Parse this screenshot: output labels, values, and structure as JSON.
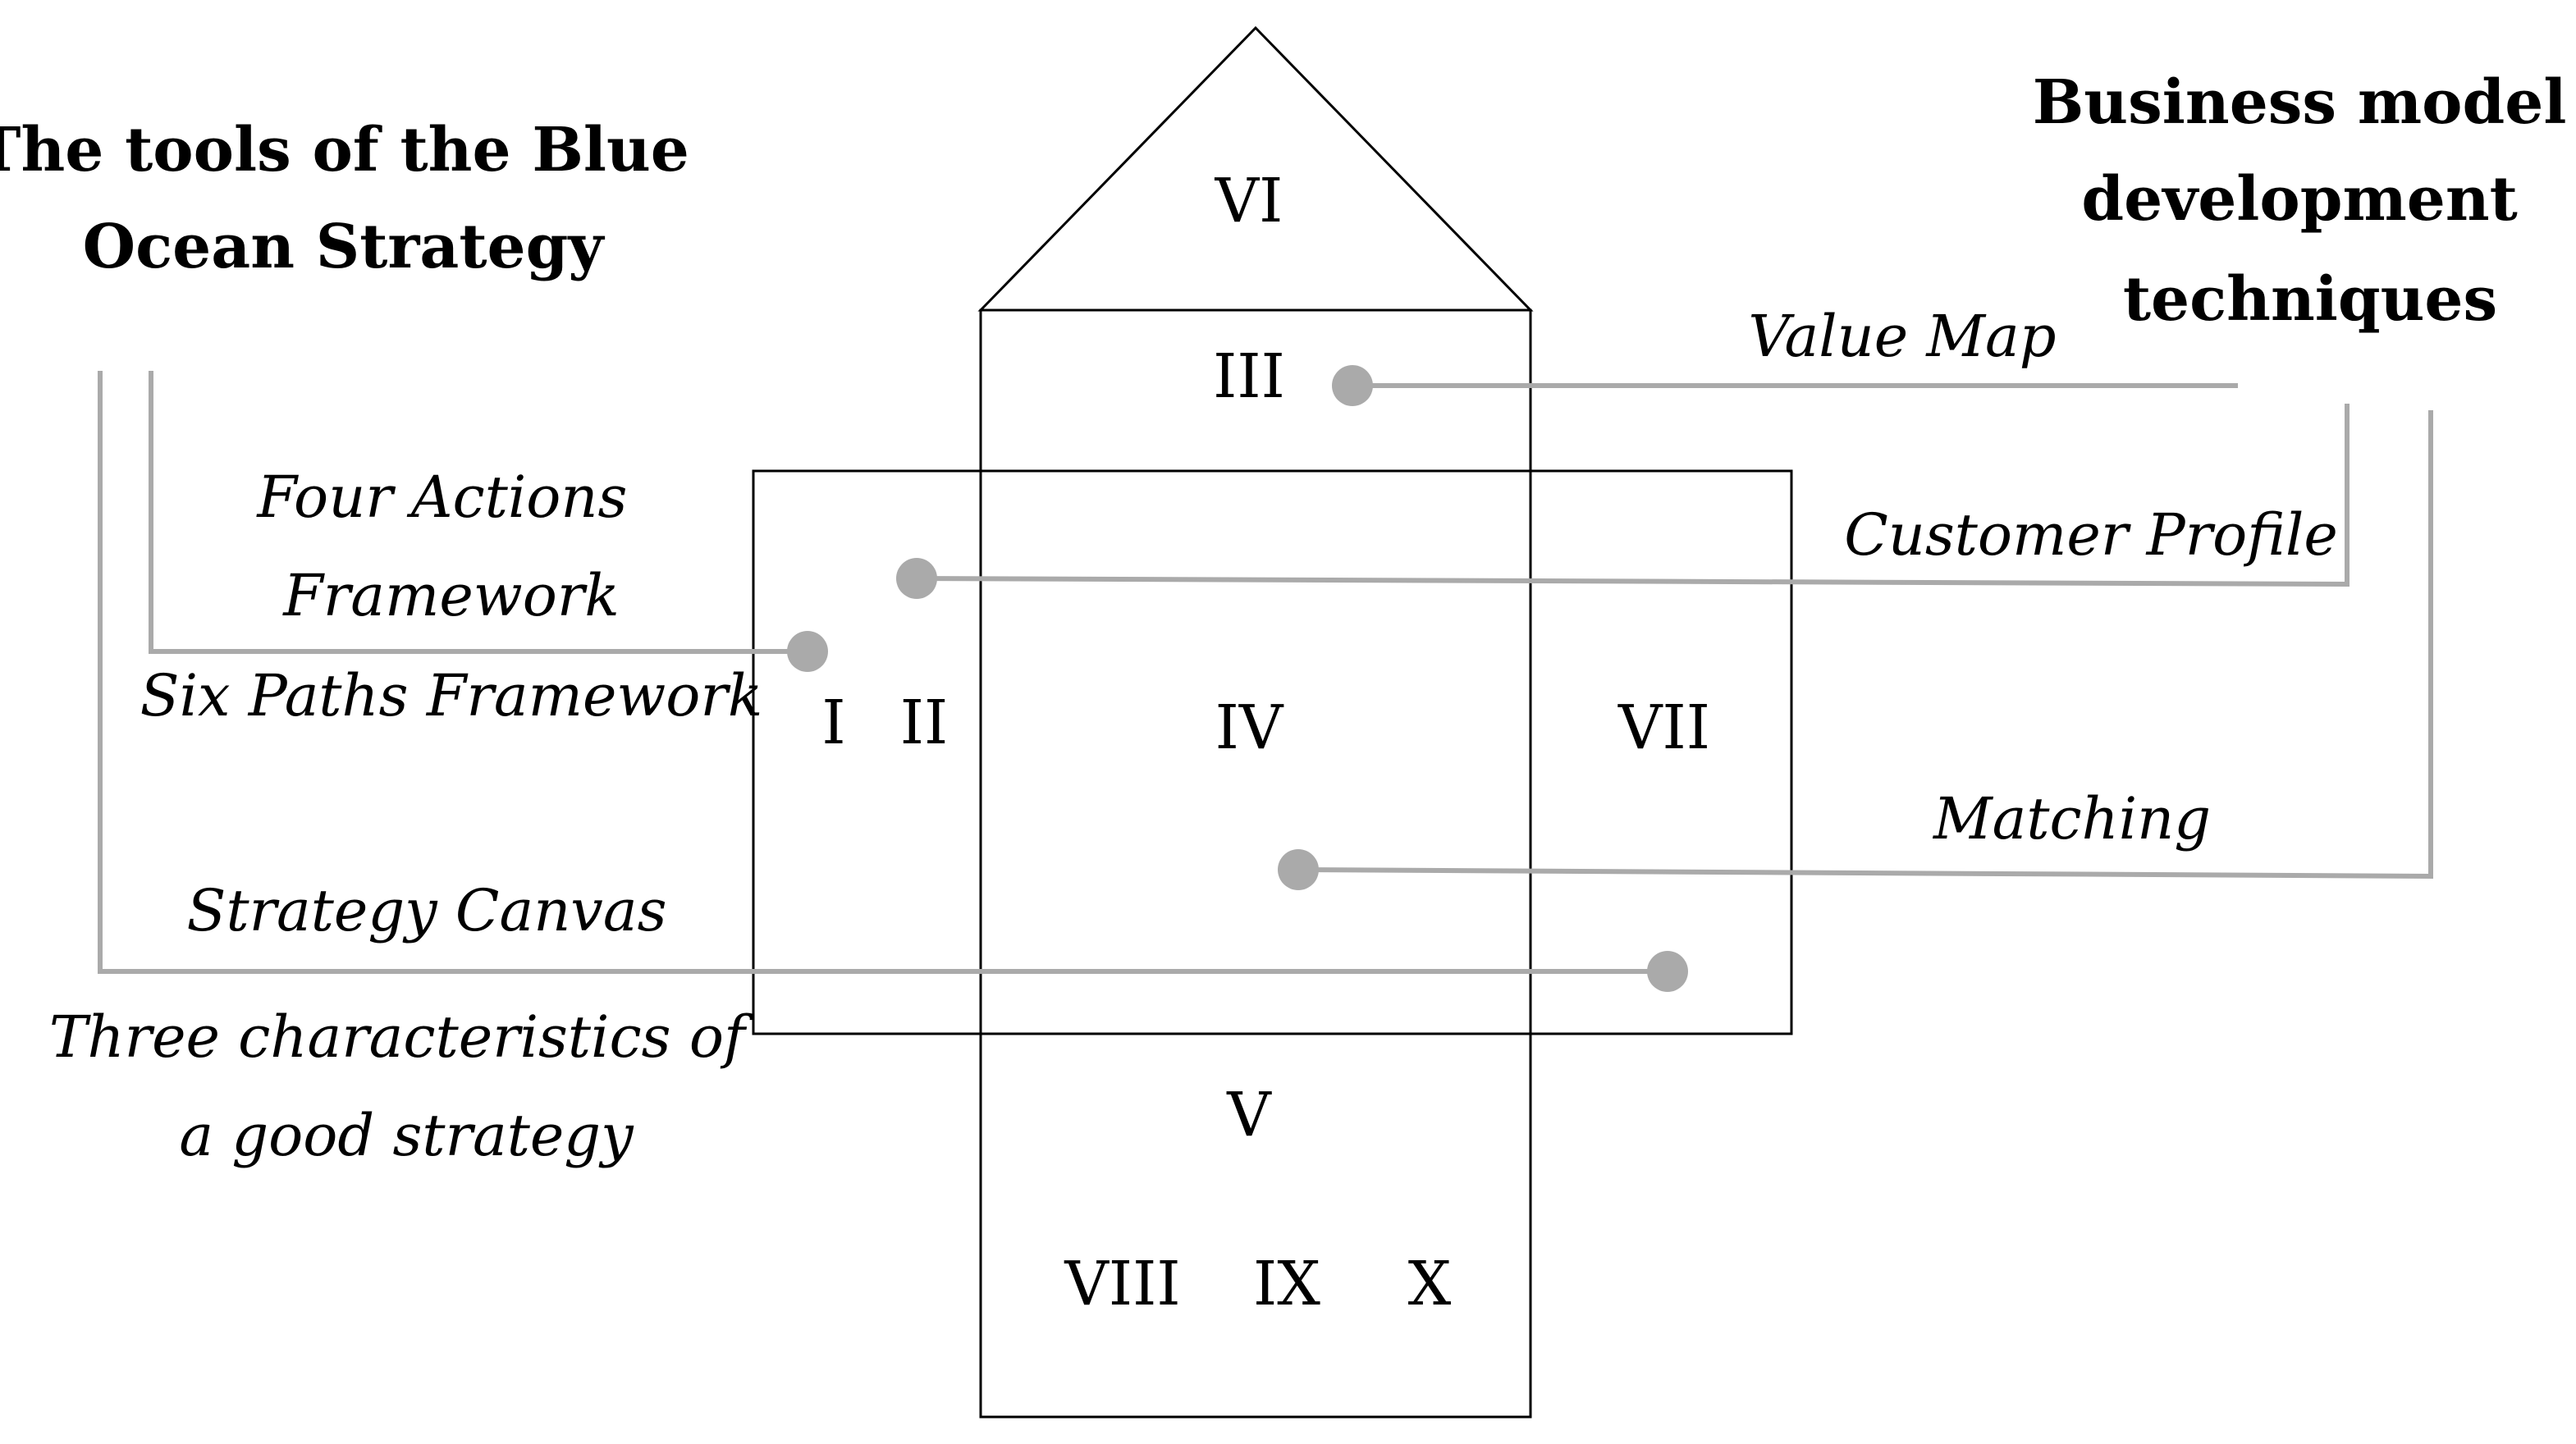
{
  "headings": {
    "left": [
      "The tools of the Blue",
      "Ocean Strategy"
    ],
    "right": [
      "Business model",
      "development",
      "techniques"
    ]
  },
  "tools": {
    "four_actions": [
      "Four Actions",
      "Framework"
    ],
    "six_paths": "Six Paths Framework",
    "strategy_canvas": "Strategy Canvas",
    "three_characteristics": [
      "Three characteristics of",
      "a good strategy"
    ],
    "value_map": "Value Map",
    "customer_profile": "Customer Profile",
    "matching": "Matching"
  },
  "numerals": {
    "roof": "VI",
    "top": "III",
    "left_a": "I",
    "left_b": "II",
    "center": "IV",
    "right": "VII",
    "bottom_top": "V",
    "bottom_a": "VIII",
    "bottom_b": "IX",
    "bottom_c": "X"
  },
  "colors": {
    "connector": "#aaaaaa",
    "outline": "#000000"
  }
}
